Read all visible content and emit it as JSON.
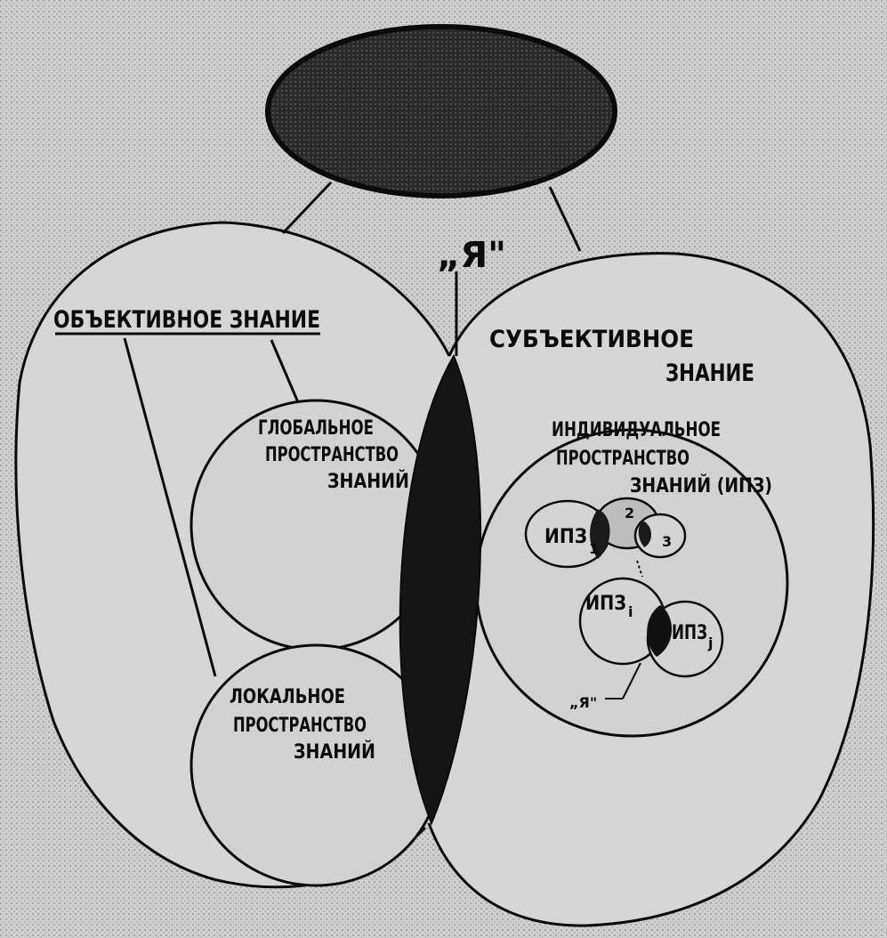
{
  "diagram": {
    "top_node": {
      "text": "",
      "note": ""
    },
    "ya": {
      "label": "„Я\""
    },
    "objective": {
      "label": "ОБЪЕКТИВНОЕ ЗНАНИЕ"
    },
    "subjective": {
      "line1": "СУБЪЕКТИВНОЕ",
      "line2": "ЗНАНИЕ"
    },
    "global": {
      "line1": "ГЛОБАЛЬНОЕ",
      "line2": "ПРОСТРАНСТВО",
      "line3": "ЗНАНИЙ"
    },
    "local": {
      "line1": "ЛОКАЛЬНОЕ",
      "line2": "ПРОСТРАНСТВО",
      "line3": "ЗНАНИЙ"
    },
    "individual": {
      "line1": "ИНДИВИДУАЛЬНОЕ",
      "line2": "ПРОСТРАНСТВО",
      "line3": "ЗНАНИЙ (ИПЗ)"
    },
    "sub_nodes": {
      "ipz1": "ИПЗ",
      "ipz1_sub": "1",
      "ipz2_sub": "2",
      "ipz3_sub": "3",
      "ipz_i": "ИПЗ",
      "ipz_i_sub": "i",
      "ipz_j": "ИПЗ",
      "ipz_j_sub": "j",
      "ya_small": "„Я\""
    }
  },
  "colors": {
    "background": "#cfcfcf",
    "ink": "#0b0b0b",
    "dark_fill": "#1a1a1a",
    "top_fill": "#3a3a3a"
  }
}
